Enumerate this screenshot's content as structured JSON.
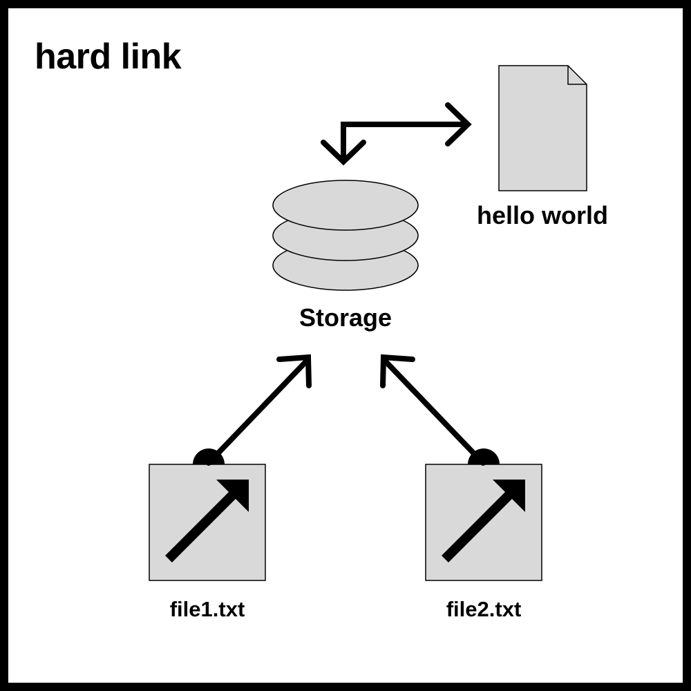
{
  "title": "hard link",
  "storage": {
    "label": "Storage",
    "icon": "database-icon"
  },
  "document": {
    "label": "hello world",
    "icon": "document-icon"
  },
  "files": [
    {
      "label": "file1.txt",
      "icon": "shortcut-icon"
    },
    {
      "label": "file2.txt",
      "icon": "shortcut-icon"
    }
  ],
  "colors": {
    "shape_fill": "#d9d9d9",
    "stroke": "#000000",
    "background": "#ffffff",
    "border": "#000000"
  }
}
